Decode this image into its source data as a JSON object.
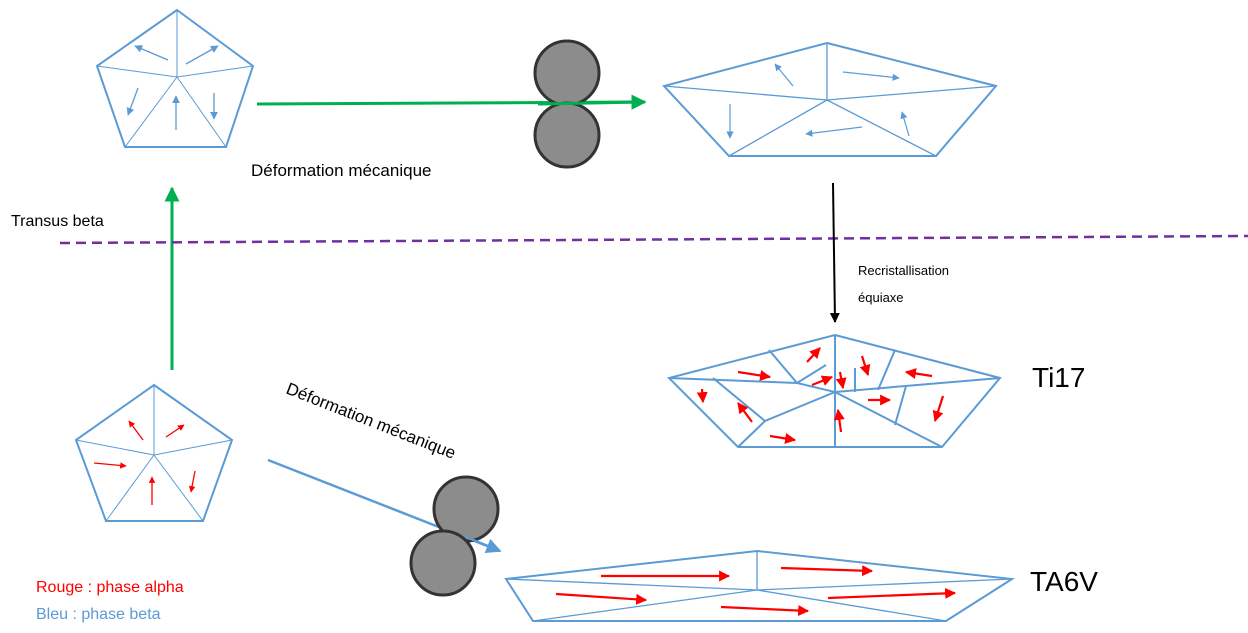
{
  "labels": {
    "deformation_top": "Déformation mécanique",
    "transus": "Transus beta",
    "recrist_line1": "Recristallisation",
    "recrist_line2": "équiaxe",
    "deformation_diag": "Déformation mécanique",
    "ti17": "Ti17",
    "ta6v": "TA6V"
  },
  "legend": {
    "alpha_text": "Rouge : phase alpha",
    "alpha_color": "#ff0000",
    "beta_text": "Bleu : phase beta",
    "beta_color": "#5b9bd5"
  },
  "colors": {
    "grain_boundary": "#5b9bd5",
    "green_arrow": "#00b050",
    "transus_line": "#7030a0",
    "roller_fill": "#8c8c8c",
    "roller_stroke": "#333333",
    "black_arrow": "#000000"
  }
}
